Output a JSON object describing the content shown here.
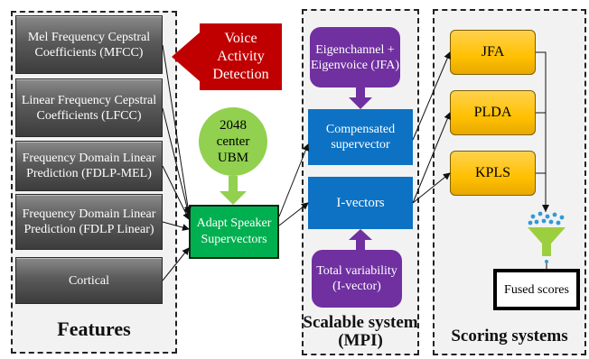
{
  "features_panel": {
    "title": "Features",
    "items": [
      {
        "label": "Mel Frequency Cepstral Coefficients (MFCC)"
      },
      {
        "label": "Linear Frequency Cepstral Coefficients (LFCC)"
      },
      {
        "label": "Frequency Domain Linear Prediction (FDLP-MEL)"
      },
      {
        "label": "Frequency Domain Linear Prediction (FDLP Linear)"
      },
      {
        "label": "Cortical"
      }
    ]
  },
  "vad": {
    "label": "Voice Activity Detection",
    "color": "#c00000"
  },
  "ubm": {
    "label": "2048 center UBM",
    "color": "#92d050"
  },
  "adapt": {
    "label": "Adapt Speaker Supervectors",
    "color": "#00b050"
  },
  "scalable_panel": {
    "title": "Scalable system (MPI)",
    "eigen": "Eigenchannel + Eigenvoice (JFA)",
    "compensated": "Compensated supervector",
    "ivectors": "I-vectors",
    "total_variability": "Total variability (I-vector)"
  },
  "scoring_panel": {
    "title": "Scoring systems",
    "jfa": "JFA",
    "plda": "PLDA",
    "kpls": "KPLS",
    "funnel_icon": "funnel-icon",
    "fused": "Fused scores"
  },
  "colors": {
    "blue": "#0d72c4",
    "purple": "#7030a0",
    "gold": "#ffc000",
    "panel_bg": "#f2f2f2"
  }
}
